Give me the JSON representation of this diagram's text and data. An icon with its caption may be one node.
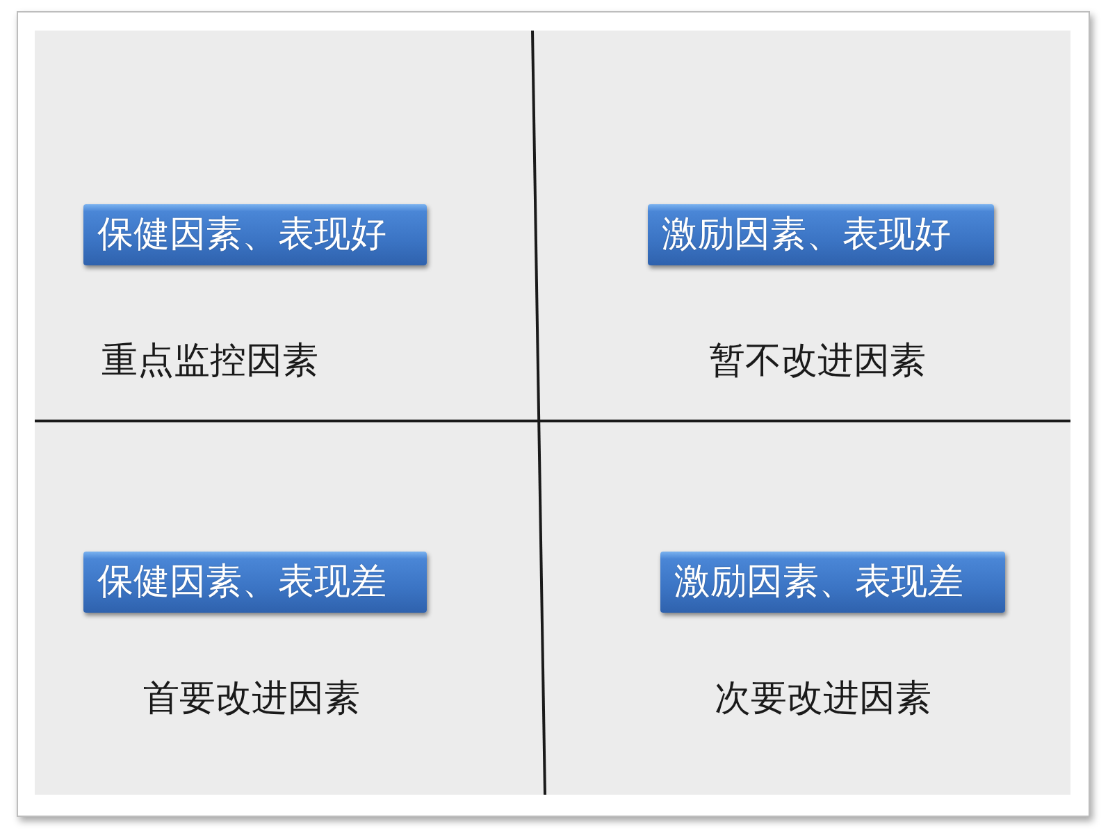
{
  "diagram": {
    "nodes": [
      {
        "text": [
          "保健因素、表现好"
        ],
        "beside": [
          "重点监控因素"
        ]
      },
      {
        "text": [
          "激励因素、表现好"
        ],
        "beside": [
          "暂不改进因素"
        ]
      },
      {
        "text": [
          "保健因素、表现差"
        ],
        "beside": [
          "首要改进因素"
        ]
      },
      {
        "text": [
          "激励因素、表现差"
        ],
        "beside": [
          "次要改进因素"
        ]
      }
    ],
    "edges": []
  }
}
